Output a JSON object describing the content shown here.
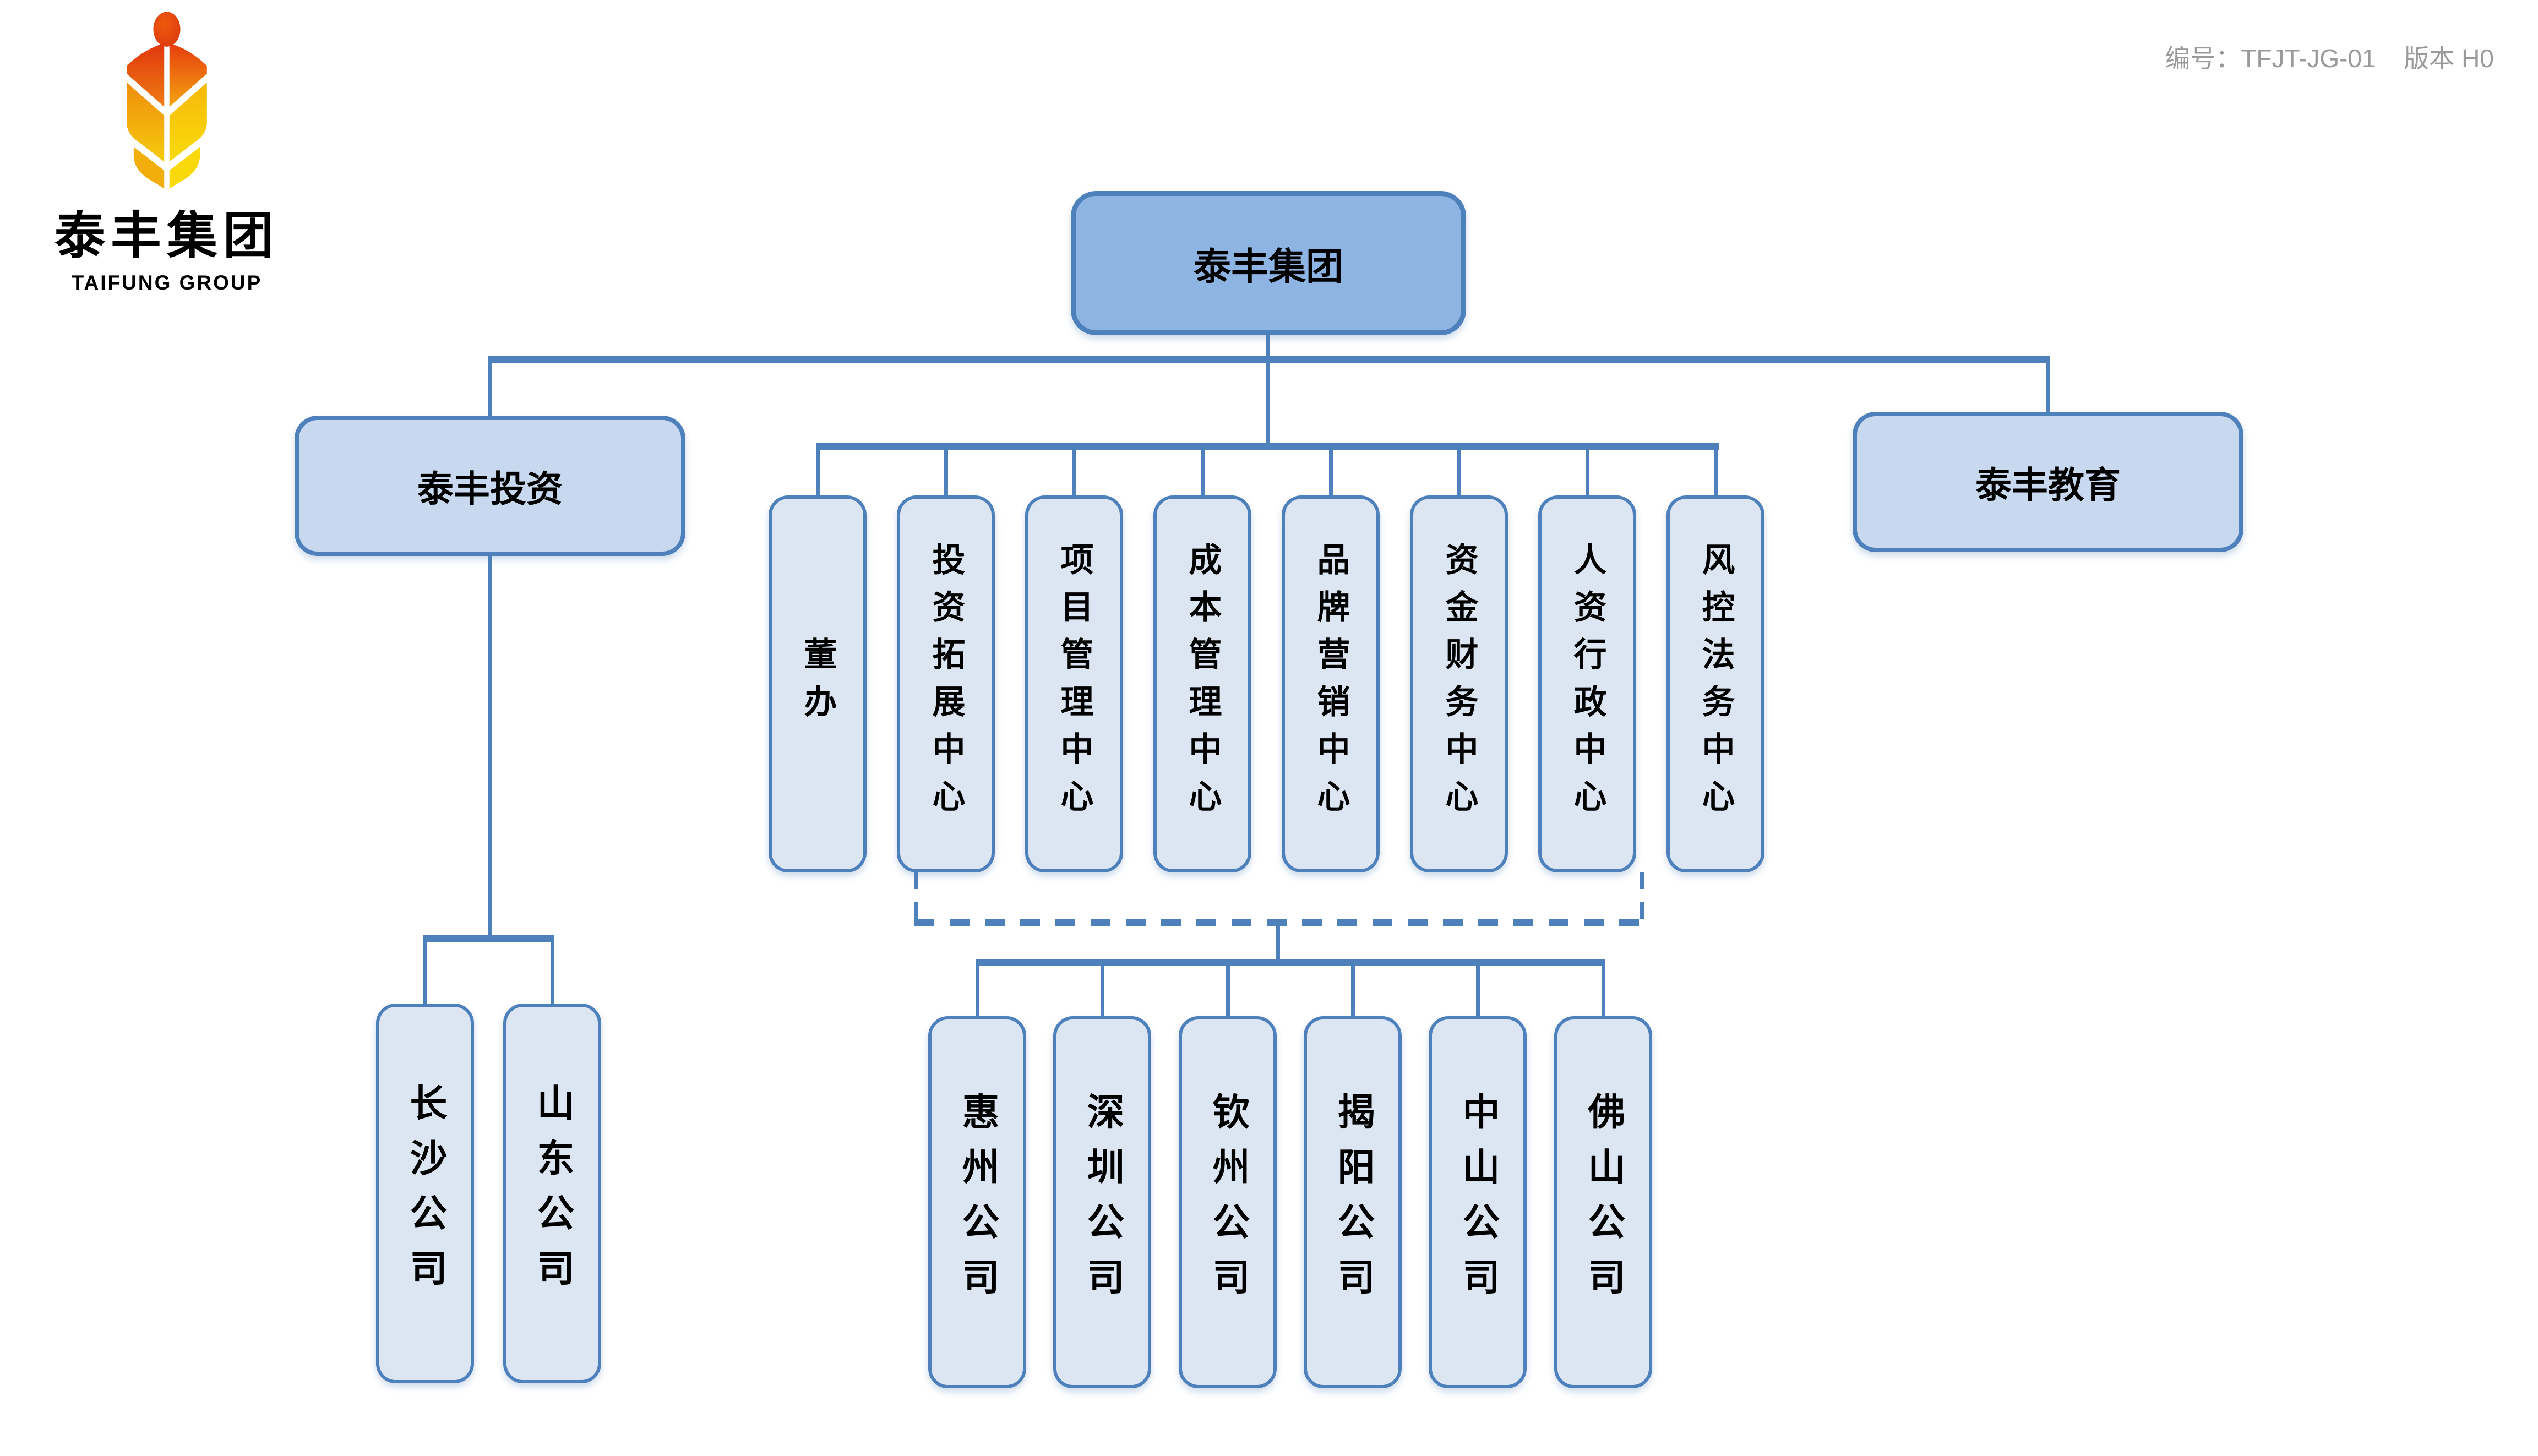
{
  "header": {
    "doc_no": "编号：TFJT-JG-01",
    "version": "版本 H0"
  },
  "logo": {
    "company_cn": "泰丰集团",
    "company_en": "TAIFUNG GROUP"
  },
  "chart": {
    "root": "泰丰集团",
    "left_subsidiary": "泰丰投资",
    "right_subsidiary": "泰丰教育",
    "departments": [
      "董办",
      "投资拓展中心",
      "项目管理中心",
      "成本管理中心",
      "品牌营销中心",
      "资金财务中心",
      "人资行政中心",
      "风控法务中心"
    ],
    "investment_companies": [
      "长沙公司",
      "山东公司"
    ],
    "regional_companies": [
      "惠州公司",
      "深圳公司",
      "钦州公司",
      "揭阳公司",
      "中山公司",
      "佛山公司"
    ]
  },
  "colors": {
    "accent_border": "#4e80bc",
    "root_fill": "#8eb4e3",
    "subsidiary_fill": "#c8d9ef",
    "node_fill": "#dce6f2",
    "doc_number_gray": "#9a9a9a",
    "logo_red": "#e23a0e",
    "logo_orange": "#f08414",
    "logo_yellow": "#f7cf0a"
  }
}
